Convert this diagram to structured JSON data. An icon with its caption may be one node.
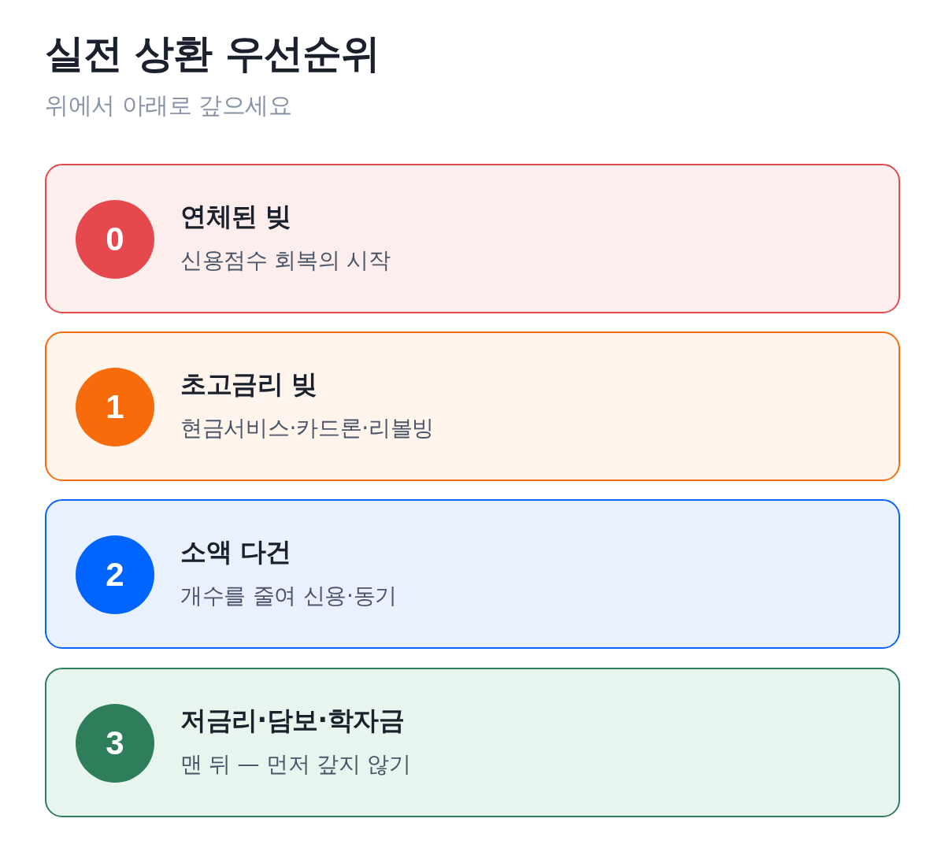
{
  "diagram": {
    "title": "실전 상환 우선순위",
    "nodes": [
      {
        "text": [
          "연체된 빚",
          "신용점수 회복의 시작"
        ]
      },
      {
        "text": [
          "0"
        ],
        "in": 0
      },
      {
        "text": [
          "초고금리 빚",
          "현금서비스·카드론·리볼빙"
        ]
      },
      {
        "text": [
          "1"
        ],
        "in": 2
      },
      {
        "text": [
          "소액 다건",
          "개수를 줄여 신용·동기"
        ]
      },
      {
        "text": [
          "2"
        ],
        "in": 4
      },
      {
        "text": [
          "저금리·담보·학자금",
          "맨 뒤 — 먼저 갚지 않기"
        ]
      },
      {
        "text": [
          "3"
        ],
        "in": 6
      }
    ],
    "labels": [
      "위에서 아래로 갚으세요"
    ]
  }
}
